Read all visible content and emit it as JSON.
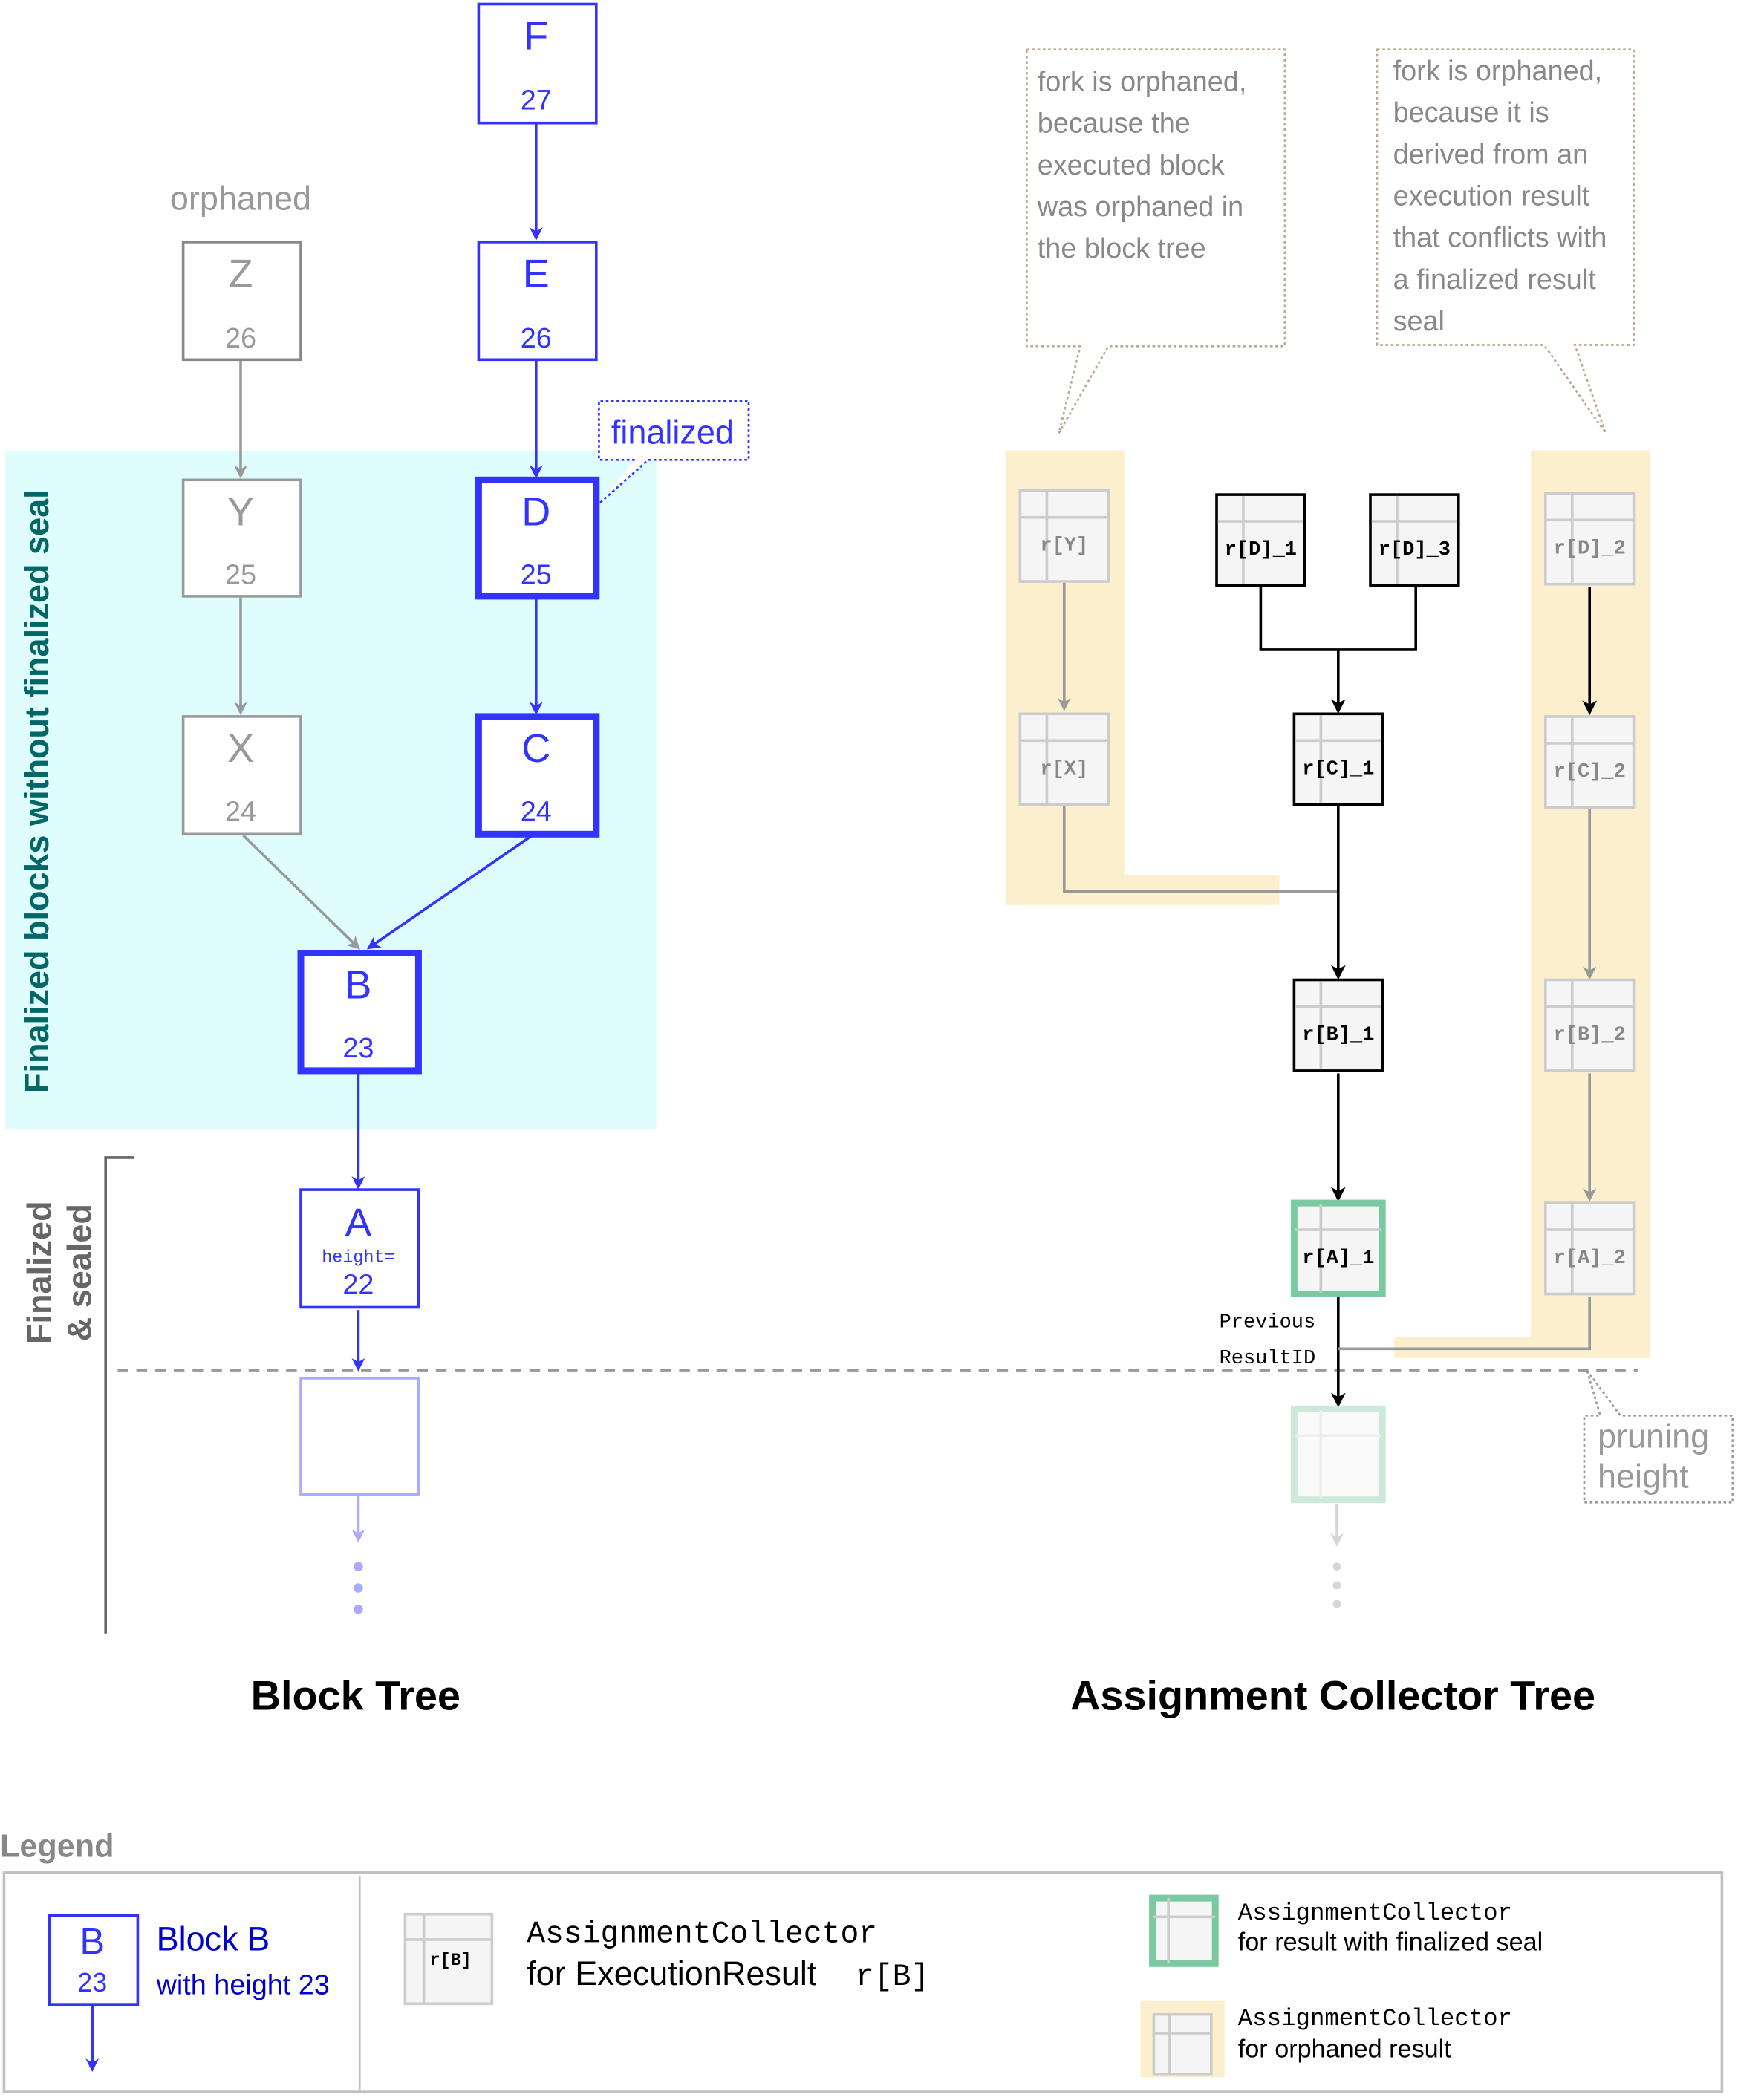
{
  "colors": {
    "block_blue": "#3333ff",
    "orphan_gray": "#999999",
    "finalized_bg": "#e0fdfd",
    "orphan_bg": "#fbefcd",
    "seal_green": "#67ba8f",
    "teal_label": "#006666",
    "callout_border": "#c0a890"
  },
  "block_tree": {
    "title": "Block Tree",
    "orphaned_label": "orphaned",
    "finalized_callout": "finalized",
    "region_label_finalized_unsealed": "Finalized blocks without finalized seal",
    "region_label_sealed_line1": "Finalized",
    "region_label_sealed_line2": "& sealed",
    "blocks": {
      "F": {
        "name": "F",
        "height": "27"
      },
      "E": {
        "name": "E",
        "height": "26"
      },
      "D": {
        "name": "D",
        "height": "25"
      },
      "C": {
        "name": "C",
        "height": "24"
      },
      "B": {
        "name": "B",
        "height": "23"
      },
      "A": {
        "name": "A",
        "height_prefix": "height=",
        "height": "22"
      },
      "Z": {
        "name": "Z",
        "height": "26"
      },
      "Y": {
        "name": "Y",
        "height": "25"
      },
      "X": {
        "name": "X",
        "height": "24"
      }
    }
  },
  "collector_tree": {
    "title": "Assignment Collector Tree",
    "callout_left": [
      "fork is orphaned,",
      "because the",
      "executed block",
      "was orphaned in",
      "the block tree"
    ],
    "callout_right": [
      "fork is orphaned,",
      "because it is",
      "derived from an",
      "execution result",
      "that conflicts with",
      "a finalized result",
      "seal"
    ],
    "collectors": {
      "rY": "r[Y]",
      "rX": "r[X]",
      "rD1": "r[D]_1",
      "rD3": "r[D]_3",
      "rC1": "r[C]_1",
      "rB1": "r[B]_1",
      "rA1": "r[A]_1",
      "rD2": "r[D]_2",
      "rC2": "r[C]_2",
      "rB2": "r[B]_2",
      "rA2": "r[A]_2"
    },
    "edge_label_line1": "Previous",
    "edge_label_line2": "ResultID",
    "pruning_line1": "pruning",
    "pruning_line2": "height"
  },
  "legend": {
    "title": "Legend",
    "block_name": "B",
    "block_height": "23",
    "block_desc_line1": "Block B",
    "block_desc_line2": "with height 23",
    "collector_icon_label": "r[B]",
    "collector_desc_line1": "AssignmentCollector",
    "collector_desc_line2": "for ExecutionResult",
    "collector_desc_code": "r[B]",
    "sealed_desc_line1": "AssignmentCollector",
    "sealed_desc_line2": "for result with finalized seal",
    "orphan_desc_line1": "AssignmentCollector",
    "orphan_desc_line2": "for orphaned result"
  }
}
